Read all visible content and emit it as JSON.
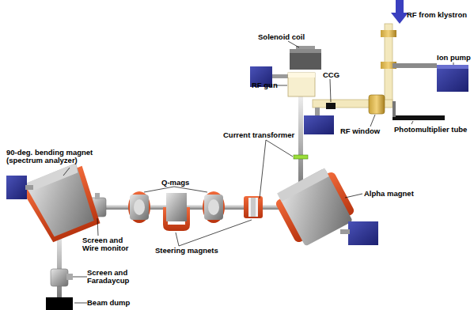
{
  "diagram": {
    "labels": [
      "RF from klystron",
      "Solenoid coil",
      "Ion pump",
      "RF gun",
      "CCG",
      "RF window",
      "Photomultiplier tube",
      "Current transformer",
      "Alpha magnet",
      "90-deg. bending magnet (spectrum analyzer)",
      "Q-mags",
      "Screen and Wire monitor",
      "Steering magnets",
      "Screen and Faradaycup",
      "Beam dump"
    ]
  }
}
